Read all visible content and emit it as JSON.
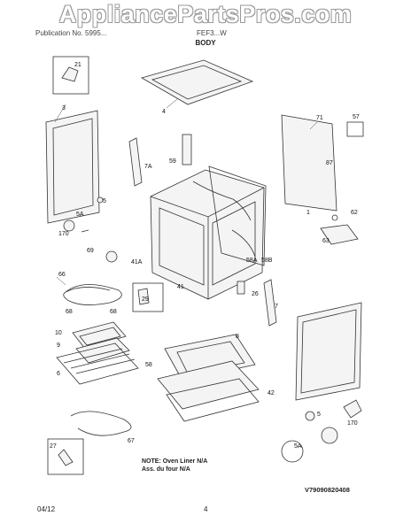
{
  "watermark": "AppliancePartsPros.com",
  "header": {
    "left": "Publication No. 5995...",
    "right": "FEF3...W",
    "title": "BODY"
  },
  "labels": {
    "l21": "21",
    "l3": "3",
    "l4": "4",
    "l71": "71",
    "l57": "57",
    "l59": "59",
    "l7A": "7A",
    "l87": "87",
    "l5": "5",
    "l5A": "5A",
    "l1": "1",
    "l62": "62",
    "l170": "170",
    "l63": "63",
    "l69": "69",
    "l41A": "41A",
    "l58A": "58A",
    "l58B": "58B",
    "l66": "66",
    "l29": "29",
    "l41": "41",
    "l26": "26",
    "l7": "7",
    "l68a": "68",
    "l68b": "68",
    "l10": "10",
    "l9": "9",
    "l6": "6",
    "l8": "8",
    "l58": "58",
    "l42": "42",
    "l5b": "5",
    "l170b": "170",
    "l5Ab": "5A",
    "l27": "27",
    "l67": "67"
  },
  "note": {
    "line1": "NOTE: Oven Liner N/A",
    "line2": "Ass. du four N/A"
  },
  "code": "V79090820408",
  "footer": {
    "date": "04/12",
    "page": "4"
  }
}
